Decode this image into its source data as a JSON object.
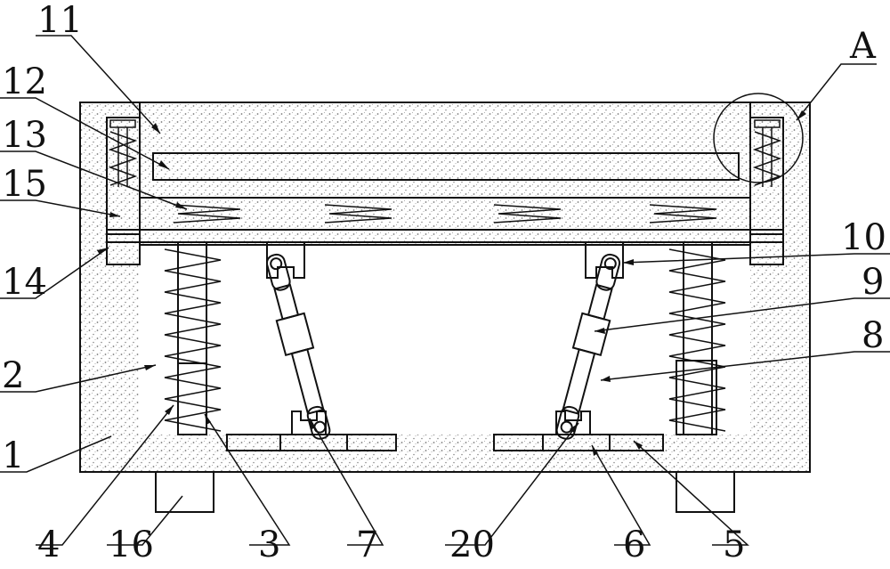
{
  "labels": {
    "l11": "11",
    "l12": "12",
    "l13": "13",
    "l15": "15",
    "l14": "14",
    "l2": "2",
    "l1": "1",
    "l4": "4",
    "l16": "16",
    "l3": "3",
    "l7": "7",
    "l20": "20",
    "l6": "6",
    "l5": "5",
    "l10": "10",
    "l9": "9",
    "l8": "8",
    "lA": "A"
  },
  "colors": {
    "line": "#111111",
    "background": "#ffffff",
    "stipple": "#9a9a9a"
  }
}
